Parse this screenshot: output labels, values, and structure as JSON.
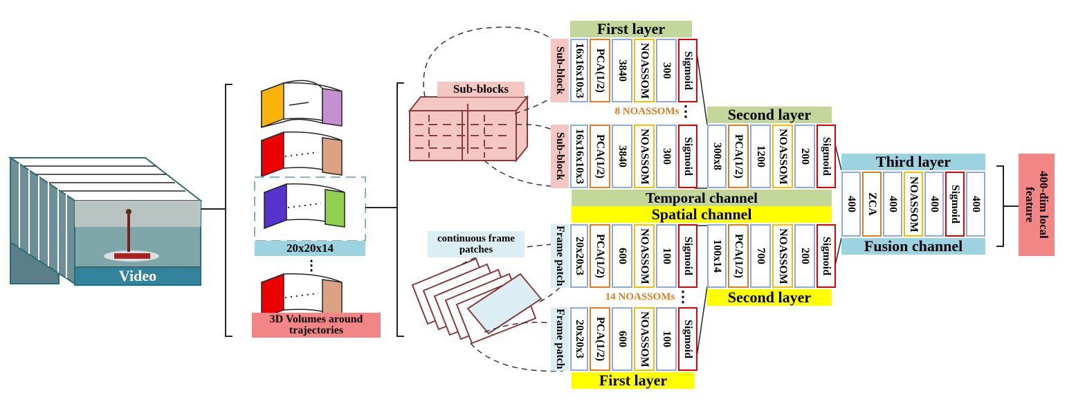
{
  "colors": {
    "green": "#c4d79b",
    "yellow": "#ffff00",
    "blue": "#9dd2e0",
    "pink": "#f4c7c3",
    "red": "#f28585",
    "teal": "#31849b",
    "orange_text": "#e07b20"
  },
  "video": {
    "label": "Video"
  },
  "volumes": {
    "size_label": "20x20x14",
    "label": "3D Volumes around trajectories",
    "ellipsis": "⋮"
  },
  "subblocks": {
    "label": "Sub-blocks"
  },
  "patches": {
    "label": "continuous frame patches"
  },
  "temporal": {
    "first_layer_title": "First layer",
    "row_label": "Sub-block",
    "first_layer_columns": [
      "16x16x10x3",
      "PCA(1/2)",
      "3840",
      "NOASSOM",
      "300",
      "Sigmoid"
    ],
    "count_label": "8 NOASSOMs",
    "second_layer_title": "Second layer",
    "second_layer_columns": [
      "300x8",
      "PCA(1/2)",
      "1200",
      "NOASSOM",
      "200",
      "Sigmoid"
    ],
    "channel_label": "Temporal channel"
  },
  "spatial": {
    "channel_label": "Spatial channel",
    "row_label": "Frame patch",
    "first_layer_columns": [
      "20x20x3",
      "PCA(1/2)",
      "600",
      "NOASSOM",
      "100",
      "Sigmoid"
    ],
    "count_label": "14 NOASSOMs",
    "second_layer_title": "Second layer",
    "second_layer_columns": [
      "100x14",
      "PCA(1/2)",
      "700",
      "NOASSOM",
      "200",
      "Sigmoid"
    ],
    "first_layer_title": "First layer"
  },
  "fusion": {
    "third_layer_title": "Third layer",
    "columns": [
      "400",
      "ZCA",
      "400",
      "NOASSOM",
      "400",
      "Sigmoid",
      "400"
    ],
    "channel_label": "Fusion channel"
  },
  "output": {
    "label": "400-dim local feature"
  }
}
